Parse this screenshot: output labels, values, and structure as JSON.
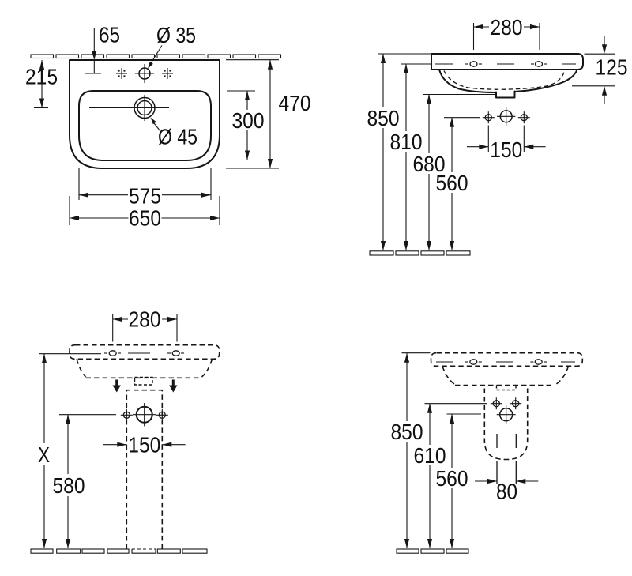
{
  "figure": {
    "kind": "technical drawing",
    "subject": "Wall-mounted washbasin with pedestal - dimensioned installation drawing",
    "units": "mm",
    "ink_color": "#161616",
    "paper_color": "#ffffff"
  },
  "views": {
    "plan": {
      "name": "washbasin plan view",
      "labels": {
        "tap_hole_offset": "65",
        "tap_hole_diameter": "Ø 35",
        "drain_offset_from_wall": "215",
        "overall_depth": "470",
        "bowl_depth": "300",
        "drain_diameter": "Ø 45",
        "bowl_width": "575",
        "overall_width": "650"
      }
    },
    "side": {
      "name": "washbasin side elevation",
      "labels": {
        "fixing_hole_spacing": "280",
        "rim_thickness": "125",
        "rim_height": "850",
        "underside_front_height": "810",
        "underside_back_height": "680",
        "connection_height": "560",
        "connection_spacing": "150"
      }
    },
    "front_pedestal": {
      "name": "washbasin with pedestal front elevation",
      "labels": {
        "fixing_hole_spacing": "280",
        "rim_height_variable": "X",
        "connection_spacing": "150",
        "connection_height": "580"
      }
    },
    "side_pedestal": {
      "name": "washbasin with pedestal side elevation",
      "labels": {
        "rim_height": "850",
        "fixing_height": "610",
        "connection_height": "560",
        "outlet_width": "80"
      }
    }
  }
}
